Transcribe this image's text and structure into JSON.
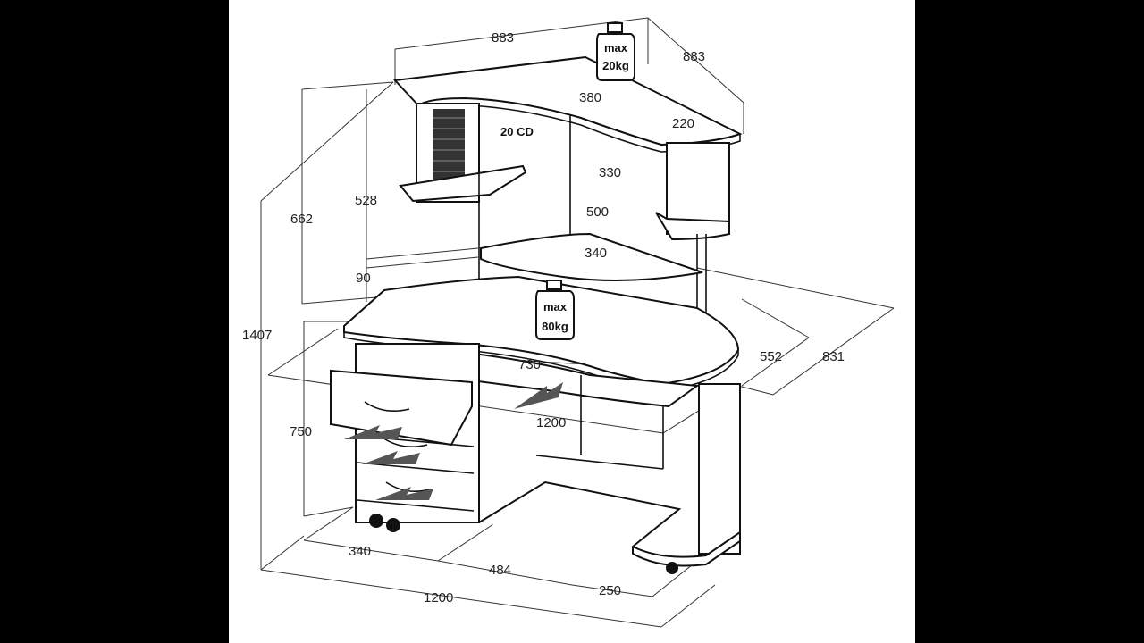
{
  "diagram": {
    "dimensions": {
      "top_width_left": "883",
      "top_width_right": "883",
      "shelf_depth_380": "380",
      "shelf_depth_220": "220",
      "cd_capacity": "20 CD",
      "height_330": "330",
      "width_500": "500",
      "depth_340_shelf": "340",
      "height_528": "528",
      "height_662": "662",
      "height_90": "90",
      "total_height": "1407",
      "depth_552": "552",
      "depth_831": "831",
      "width_730": "730",
      "width_1200_inner": "1200",
      "desk_height": "750",
      "pedestal_width": "340",
      "knee_width": "484",
      "right_leg": "250",
      "total_width": "1200"
    },
    "weights": {
      "top": {
        "line1": "max",
        "line2": "20kg"
      },
      "desk": {
        "line1": "max",
        "line2": "80kg"
      }
    }
  },
  "colors": {
    "background": "#000000",
    "panel": "#ffffff",
    "line": "#111111"
  }
}
